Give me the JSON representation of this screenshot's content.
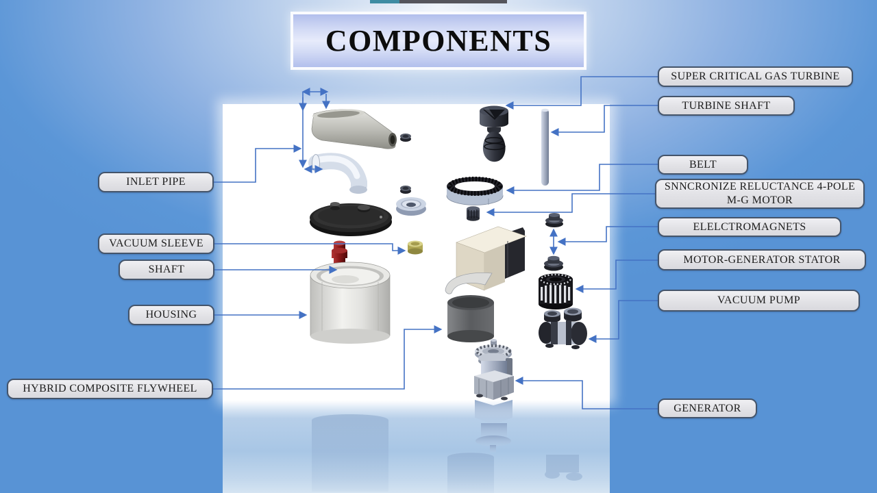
{
  "title": "COMPONENTS",
  "callouts": {
    "super_critical_gas_turbine": "SUPER CRITICAL GAS TURBINE",
    "turbine_shaft": "TURBINE SHAFT",
    "belt": "BELT",
    "mg_motor": "SNNCRONIZE RELUCTANCE 4-POLE\nM-G MOTOR",
    "electromagnets": "ELELCTROMAGNETS",
    "motor_generator_stator": "MOTOR-GENERATOR STATOR",
    "vacuum_pump": "VACUUM PUMP",
    "generator": "GENERATOR",
    "inlet_pipe": "INLET PIPE",
    "vacuum_sleeve": "VACUUM SLEEVE",
    "shaft": "SHAFT",
    "housing": "HOUSING",
    "hybrid_composite_flywheel": "HYBRID COMPOSITE FLYWHEEL"
  },
  "colors": {
    "accent_blue": "#4472C4",
    "label_border": "#44546A",
    "label_fill": "#E4E4E8",
    "background_blue": "#5B96D7",
    "title_fill": "#C9D3F2",
    "canvas_white": "#FFFFFF"
  }
}
